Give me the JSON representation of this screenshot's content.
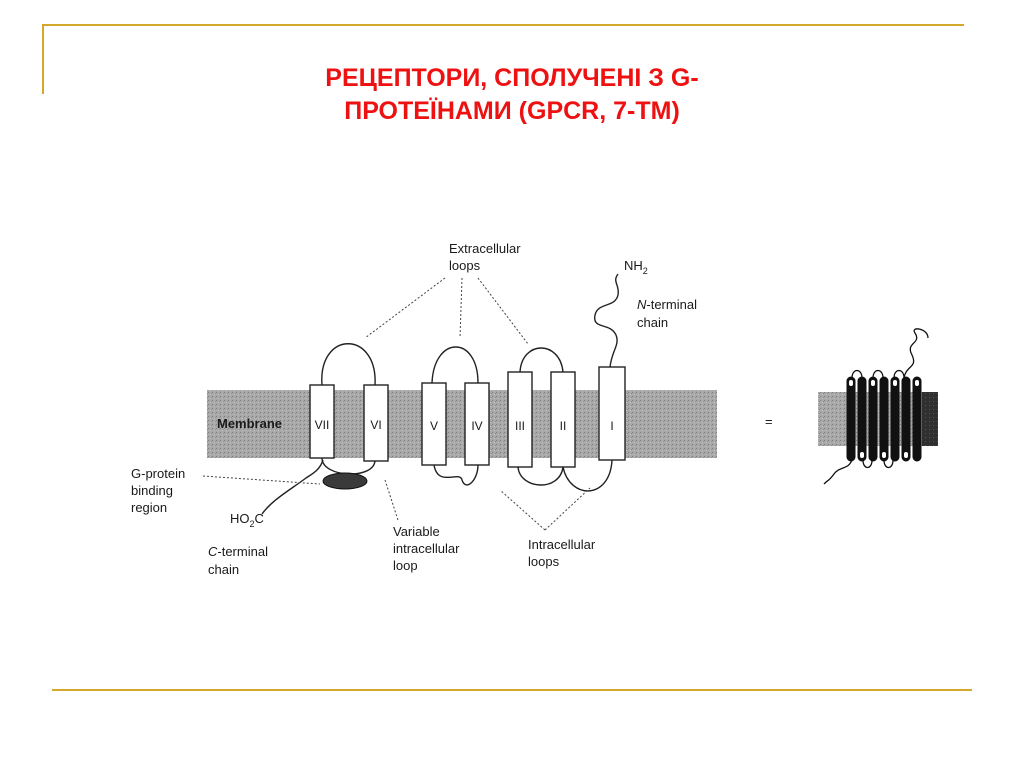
{
  "slide": {
    "title_line1": "РЕЦЕПТОРИ, СПОЛУЧЕНІ З G-",
    "title_line2": "ПРОТЕЇНАМИ (GPCR, 7-TM)",
    "accent_color": "#d4a82a",
    "title_color": "#ee1111"
  },
  "diagram": {
    "membrane_label": "Membrane",
    "helices": [
      "VII",
      "VI",
      "V",
      "IV",
      "III",
      "II",
      "I"
    ],
    "extracellular_loops_line1": "Extracellular",
    "extracellular_loops_line2": "loops",
    "nh2_main": "NH",
    "nh2_sub": "2",
    "n_terminal_italic": "N",
    "n_terminal_rest": "-terminal",
    "n_terminal_line2": "chain",
    "gprotein_line1": "G-protein",
    "gprotein_line2": "binding",
    "gprotein_line3": "region",
    "ho2c_a": "HO",
    "ho2c_sub": "2",
    "ho2c_b": "C",
    "c_terminal_italic": "C",
    "c_terminal_rest": "-terminal",
    "c_terminal_line2": "chain",
    "variable_line1": "Variable",
    "variable_line2": "intracellular",
    "variable_line3": "loop",
    "intracellular_line1": "Intracellular",
    "intracellular_line2": "loops",
    "equals": "="
  }
}
